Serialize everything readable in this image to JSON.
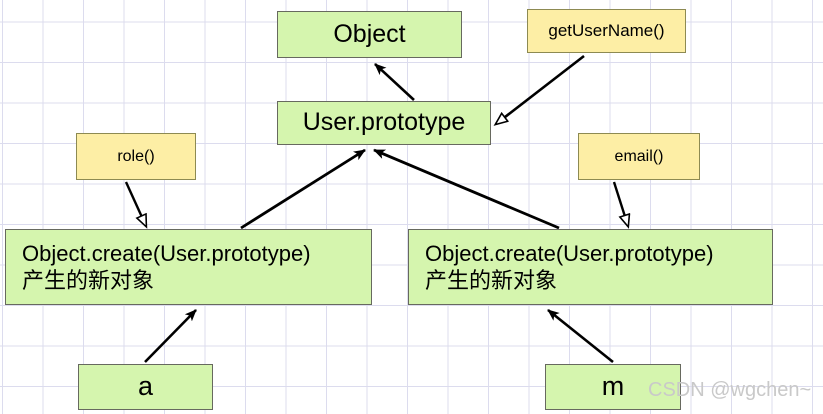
{
  "diagram": {
    "title": "JavaScript prototype chain diagram",
    "colors": {
      "node_green_fill": "#d5f5ae",
      "node_green_border": "#67695f",
      "node_yellow_fill": "#fdeea5",
      "node_yellow_border": "#8d8a52",
      "edge_stroke": "#000000",
      "grid_line": "#dcdcee",
      "background": "#ffffff",
      "watermark": "#c9c9c9"
    },
    "nodes": [
      {
        "id": "object",
        "label": "Object",
        "fill": "green"
      },
      {
        "id": "getusername",
        "label": "getUserName()",
        "fill": "yellow"
      },
      {
        "id": "userprototype",
        "label": "User.prototype",
        "fill": "green"
      },
      {
        "id": "role",
        "label": "role()",
        "fill": "yellow"
      },
      {
        "id": "email",
        "label": "email()",
        "fill": "yellow"
      },
      {
        "id": "obj-left",
        "label": "Object.create(User.prototype)\n产生的新对象",
        "fill": "green"
      },
      {
        "id": "obj-right",
        "label": "Object.create(User.prototype)\n产生的新对象",
        "fill": "green"
      },
      {
        "id": "a",
        "label": "a",
        "fill": "green"
      },
      {
        "id": "m",
        "label": "m",
        "fill": "green"
      }
    ],
    "edges": [
      {
        "from": "userprototype",
        "to": "object",
        "arrowhead": "solid"
      },
      {
        "from": "getusername",
        "to": "userprototype",
        "arrowhead": "hollow"
      },
      {
        "from": "role",
        "to": "obj-left",
        "arrowhead": "hollow"
      },
      {
        "from": "email",
        "to": "obj-right",
        "arrowhead": "hollow"
      },
      {
        "from": "obj-left",
        "to": "userprototype",
        "arrowhead": "solid"
      },
      {
        "from": "obj-right",
        "to": "userprototype",
        "arrowhead": "solid"
      },
      {
        "from": "a",
        "to": "obj-left",
        "arrowhead": "solid"
      },
      {
        "from": "m",
        "to": "obj-right",
        "arrowhead": "solid"
      }
    ],
    "watermark": "CSDN @wgchen~"
  }
}
